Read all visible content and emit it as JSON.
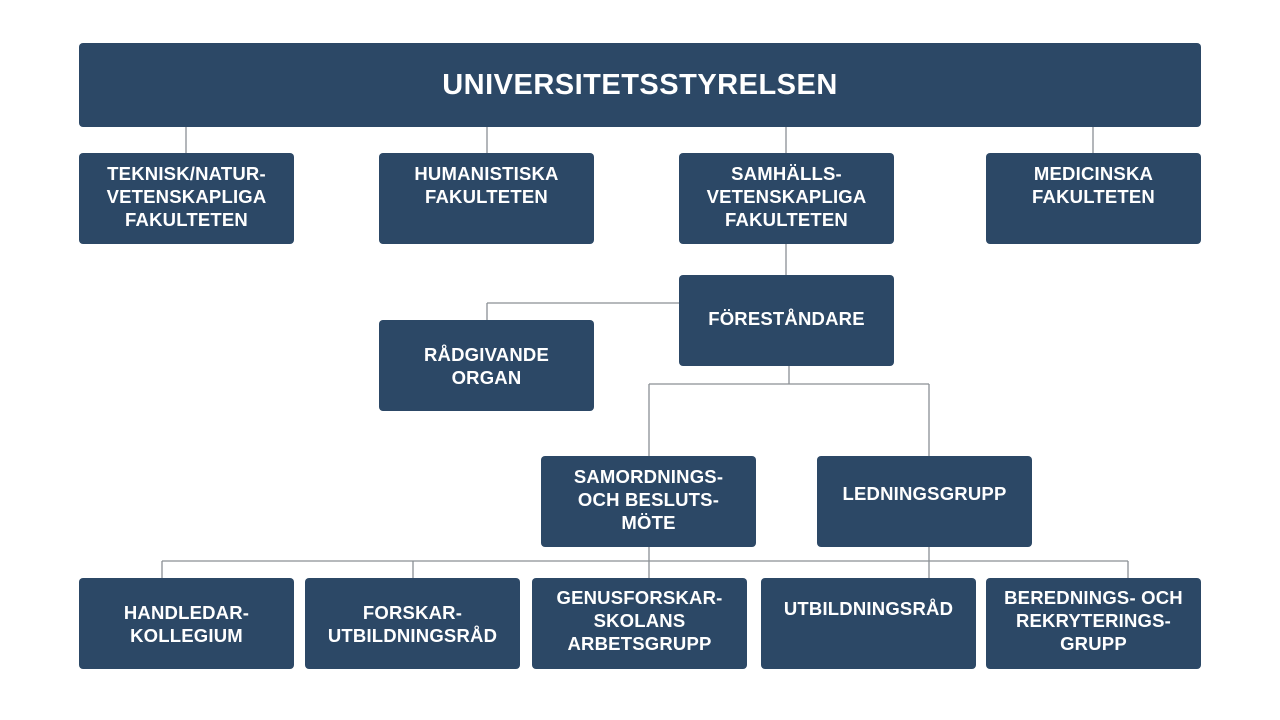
{
  "board": {
    "label": "UNIVERSITETSSTYRELSEN"
  },
  "faculties": [
    {
      "label": "TEKNISK/NATUR-\nVETENSKAPLIGA\nFAKULTETEN"
    },
    {
      "label": "HUMANISTISKA\nFAKULTETEN"
    },
    {
      "label": "SAMHÄLLS-\nVETENSKAPLIGA\nFAKULTETEN"
    },
    {
      "label": "MEDICINSKA\nFAKULTETEN"
    }
  ],
  "director": {
    "label": "FÖRESTÅNDARE"
  },
  "advisory": {
    "label": "RÅDGIVANDE\nORGAN"
  },
  "coordination": {
    "label": "SAMORDNINGS-\nOCH BESLUTS-\nMÖTE"
  },
  "management": {
    "label": "LEDNINGSGRUPP"
  },
  "groups": [
    {
      "label": "HANDLEDAR-\nKOLLEGIUM"
    },
    {
      "label": "FORSKAR-\nUTBILDNINGSRÅD"
    },
    {
      "label": "GENUSFORSKAR-\nSKOLANS\nARBETSGRUPP"
    },
    {
      "label": "UTBILDNINGSRÅD"
    },
    {
      "label": "BEREDNINGS- OCH\nREKRYTERINGS-\nGRUPP"
    }
  ],
  "colors": {
    "box_fill": "#2c4866",
    "box_text": "#ffffff",
    "connector": "#8a8f95",
    "background": "#ffffff"
  }
}
